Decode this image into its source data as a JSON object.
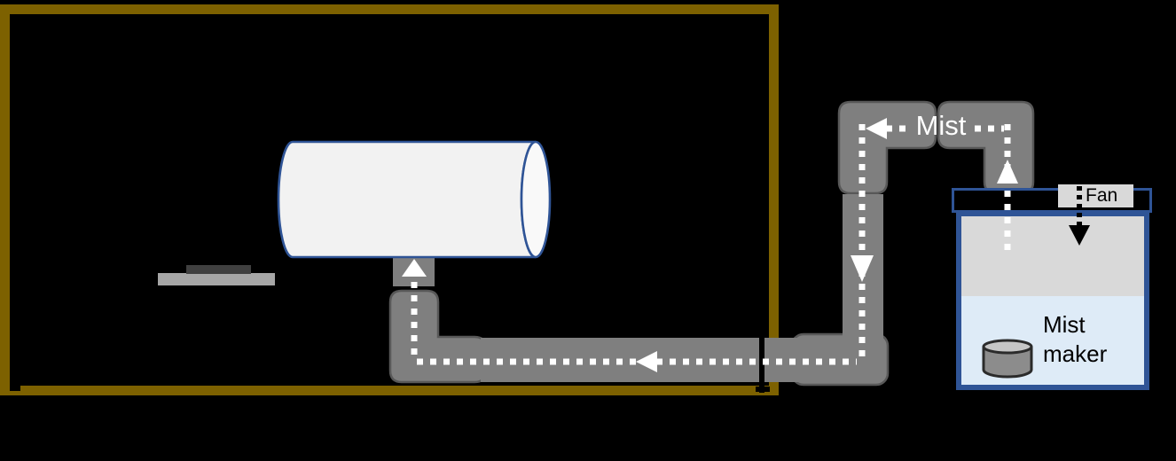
{
  "labels": {
    "mist": "Mist",
    "fan": "Fan",
    "mist_maker": "Mist maker"
  },
  "colors": {
    "background": "#000000",
    "chamber_border": "#7D6100",
    "pipe_fill": "#7F7F7F",
    "pipe_outline": "#585858",
    "cylinder_fill": "#F2F2F2",
    "cylinder_end_fill": "#F9F9F9",
    "cylinder_outline": "#2F5496",
    "container_border": "#2F5496",
    "mist_region": "#D9D9D9",
    "water": "#DEEBF7",
    "fan_label_bg": "#D9D9D9",
    "platform_light": "#A6A6A6",
    "platform_dark": "#404040",
    "mist_maker_body": "#8C8C8C",
    "mist_maker_top": "#C6C6C6",
    "mist_maker_outline": "#2B2B2B",
    "arrow_white": "#FFFFFF",
    "fan_arrow": "#000000"
  }
}
